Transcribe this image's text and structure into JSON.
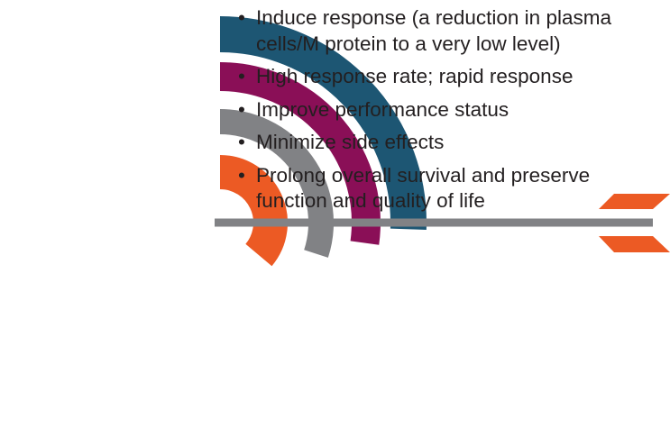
{
  "colors": {
    "ring_outer": "#1d5673",
    "ring_second": "#8a0f57",
    "ring_third": "#818285",
    "ring_inner": "#ec5a24",
    "arrow_shaft": "#818285",
    "arrow_fletching": "#ec5a24",
    "text": "#231f20"
  },
  "goals": [
    {
      "text": "Induce response (a reduction in plasma cells/M protein to a very low level)"
    },
    {
      "text": "High response rate; rapid response"
    },
    {
      "text": "Improve performance status"
    },
    {
      "text": "Minimize side effects"
    },
    {
      "text": "Prolong overall survival and preserve function and quality of life"
    }
  ]
}
